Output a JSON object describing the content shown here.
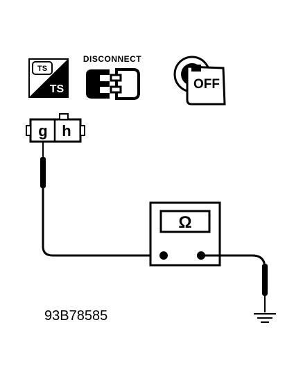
{
  "icons": {
    "ts_icon": {
      "top_text": "TS",
      "bottom_text": "TS"
    },
    "disconnect_icon": {
      "caption": "DISCONNECT"
    },
    "ignition_icon": {
      "key_text": "OFF"
    }
  },
  "connector": {
    "terminal_left": "g",
    "terminal_right": "h"
  },
  "meter": {
    "symbol": "Ω"
  },
  "figure_id": "93B78585"
}
